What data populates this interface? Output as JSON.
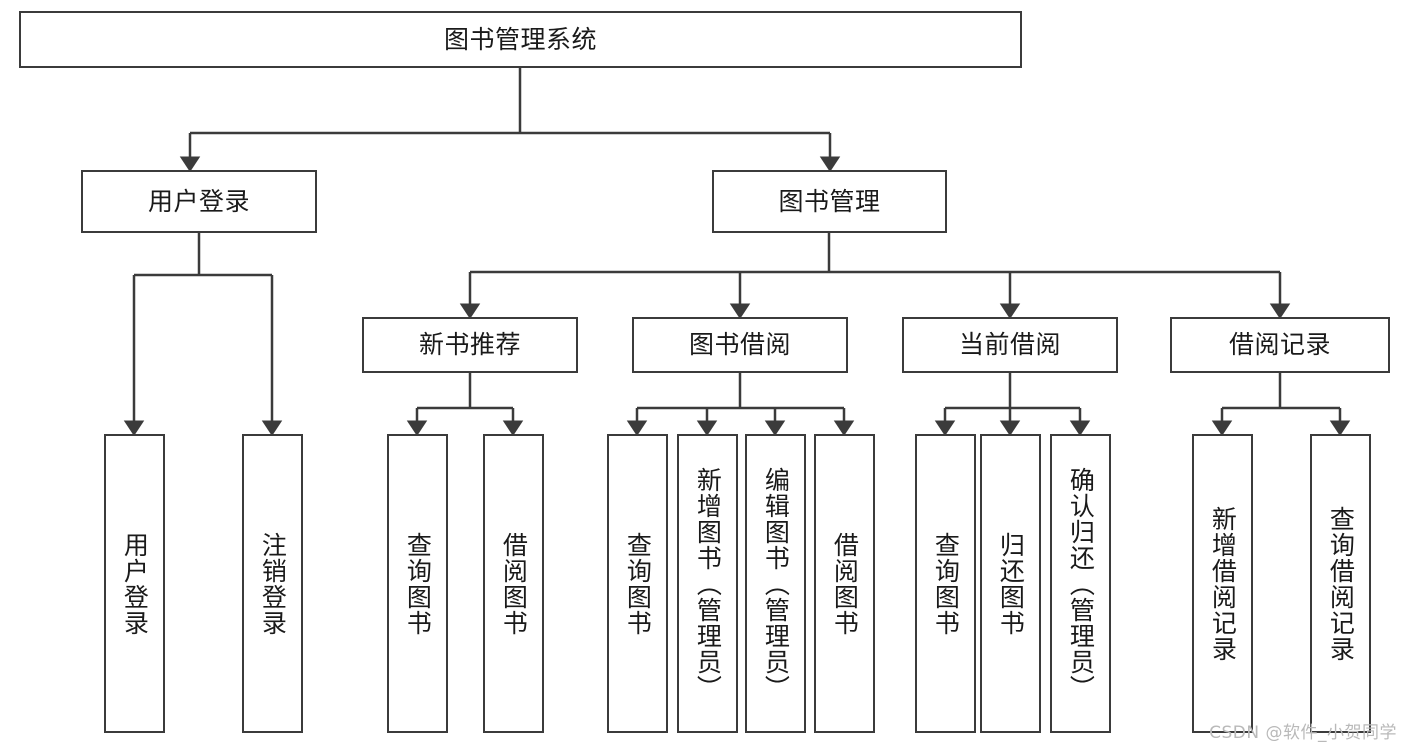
{
  "diagram": {
    "title": "图书管理系统",
    "type": "tree-hierarchy-chart",
    "watermark": "CSDN @软件_小贺同学",
    "colors": {
      "box_border": "#3b3b3b",
      "box_fill": "#ffffff",
      "edge": "#3b3b3b",
      "text": "#1a1a1a",
      "watermark": "#b9b9b9",
      "background": "#ffffff"
    },
    "levels": {
      "root": {
        "label": "图书管理系统"
      },
      "level2": [
        {
          "label": "用户登录"
        },
        {
          "label": "图书管理"
        }
      ],
      "level3": [
        {
          "label": "新书推荐"
        },
        {
          "label": "图书借阅"
        },
        {
          "label": "当前借阅"
        },
        {
          "label": "借阅记录"
        }
      ],
      "leaves": {
        "user_login": [
          {
            "label": "用户登录"
          },
          {
            "label": "注销登录"
          }
        ],
        "new_book_recommend": [
          {
            "label": "查询图书"
          },
          {
            "label": "借阅图书"
          }
        ],
        "book_borrow": [
          {
            "label": "查询图书"
          },
          {
            "label": "新增图书（管理员）"
          },
          {
            "label": "编辑图书（管理员）"
          },
          {
            "label": "借阅图书"
          }
        ],
        "current_borrow": [
          {
            "label": "查询图书"
          },
          {
            "label": "归还图书"
          },
          {
            "label": "确认归还（管理员）"
          }
        ],
        "borrow_records": [
          {
            "label": "新增借阅记录"
          },
          {
            "label": "查询借阅记录"
          }
        ]
      }
    }
  }
}
